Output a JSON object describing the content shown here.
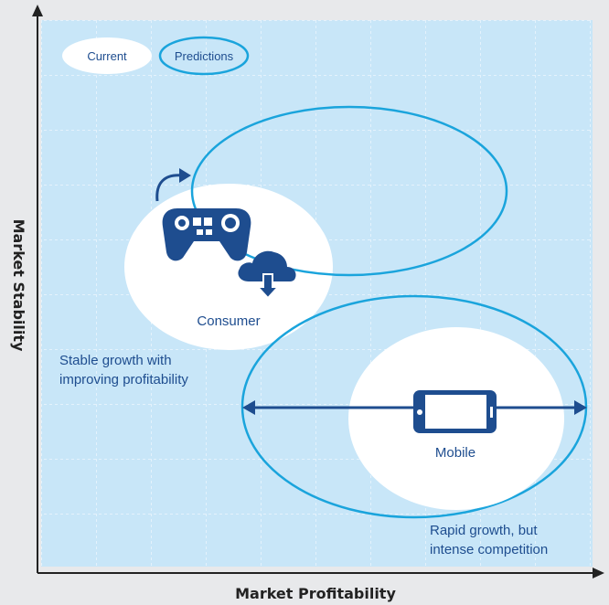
{
  "axes": {
    "x_label": "Market Profitability",
    "y_label": "Market Stability"
  },
  "legend": {
    "current_label": "Current",
    "predictions_label": "Predictions"
  },
  "segments": {
    "consumer": {
      "label": "Consumer",
      "note_line1": "Stable growth with",
      "note_line2": "improving profitability"
    },
    "mobile": {
      "label": "Mobile",
      "note_line1": "Rapid growth, but",
      "note_line2": "intense competition"
    }
  },
  "icons": {
    "gamepad": "gamepad-icon",
    "cloud": "cloud-download-icon",
    "curved_arrow": "curved-arrow-icon",
    "tablet": "tablet-icon",
    "double_arrow": "double-arrow-icon"
  },
  "colors": {
    "plot_background": "#c8e6f8",
    "grid": "#ffffff",
    "current_fill": "#ffffff",
    "prediction_stroke": "#1aa4dc",
    "icon_dark": "#1e4d8f",
    "label_text": "#1e4d8f",
    "axis": "#222222"
  }
}
